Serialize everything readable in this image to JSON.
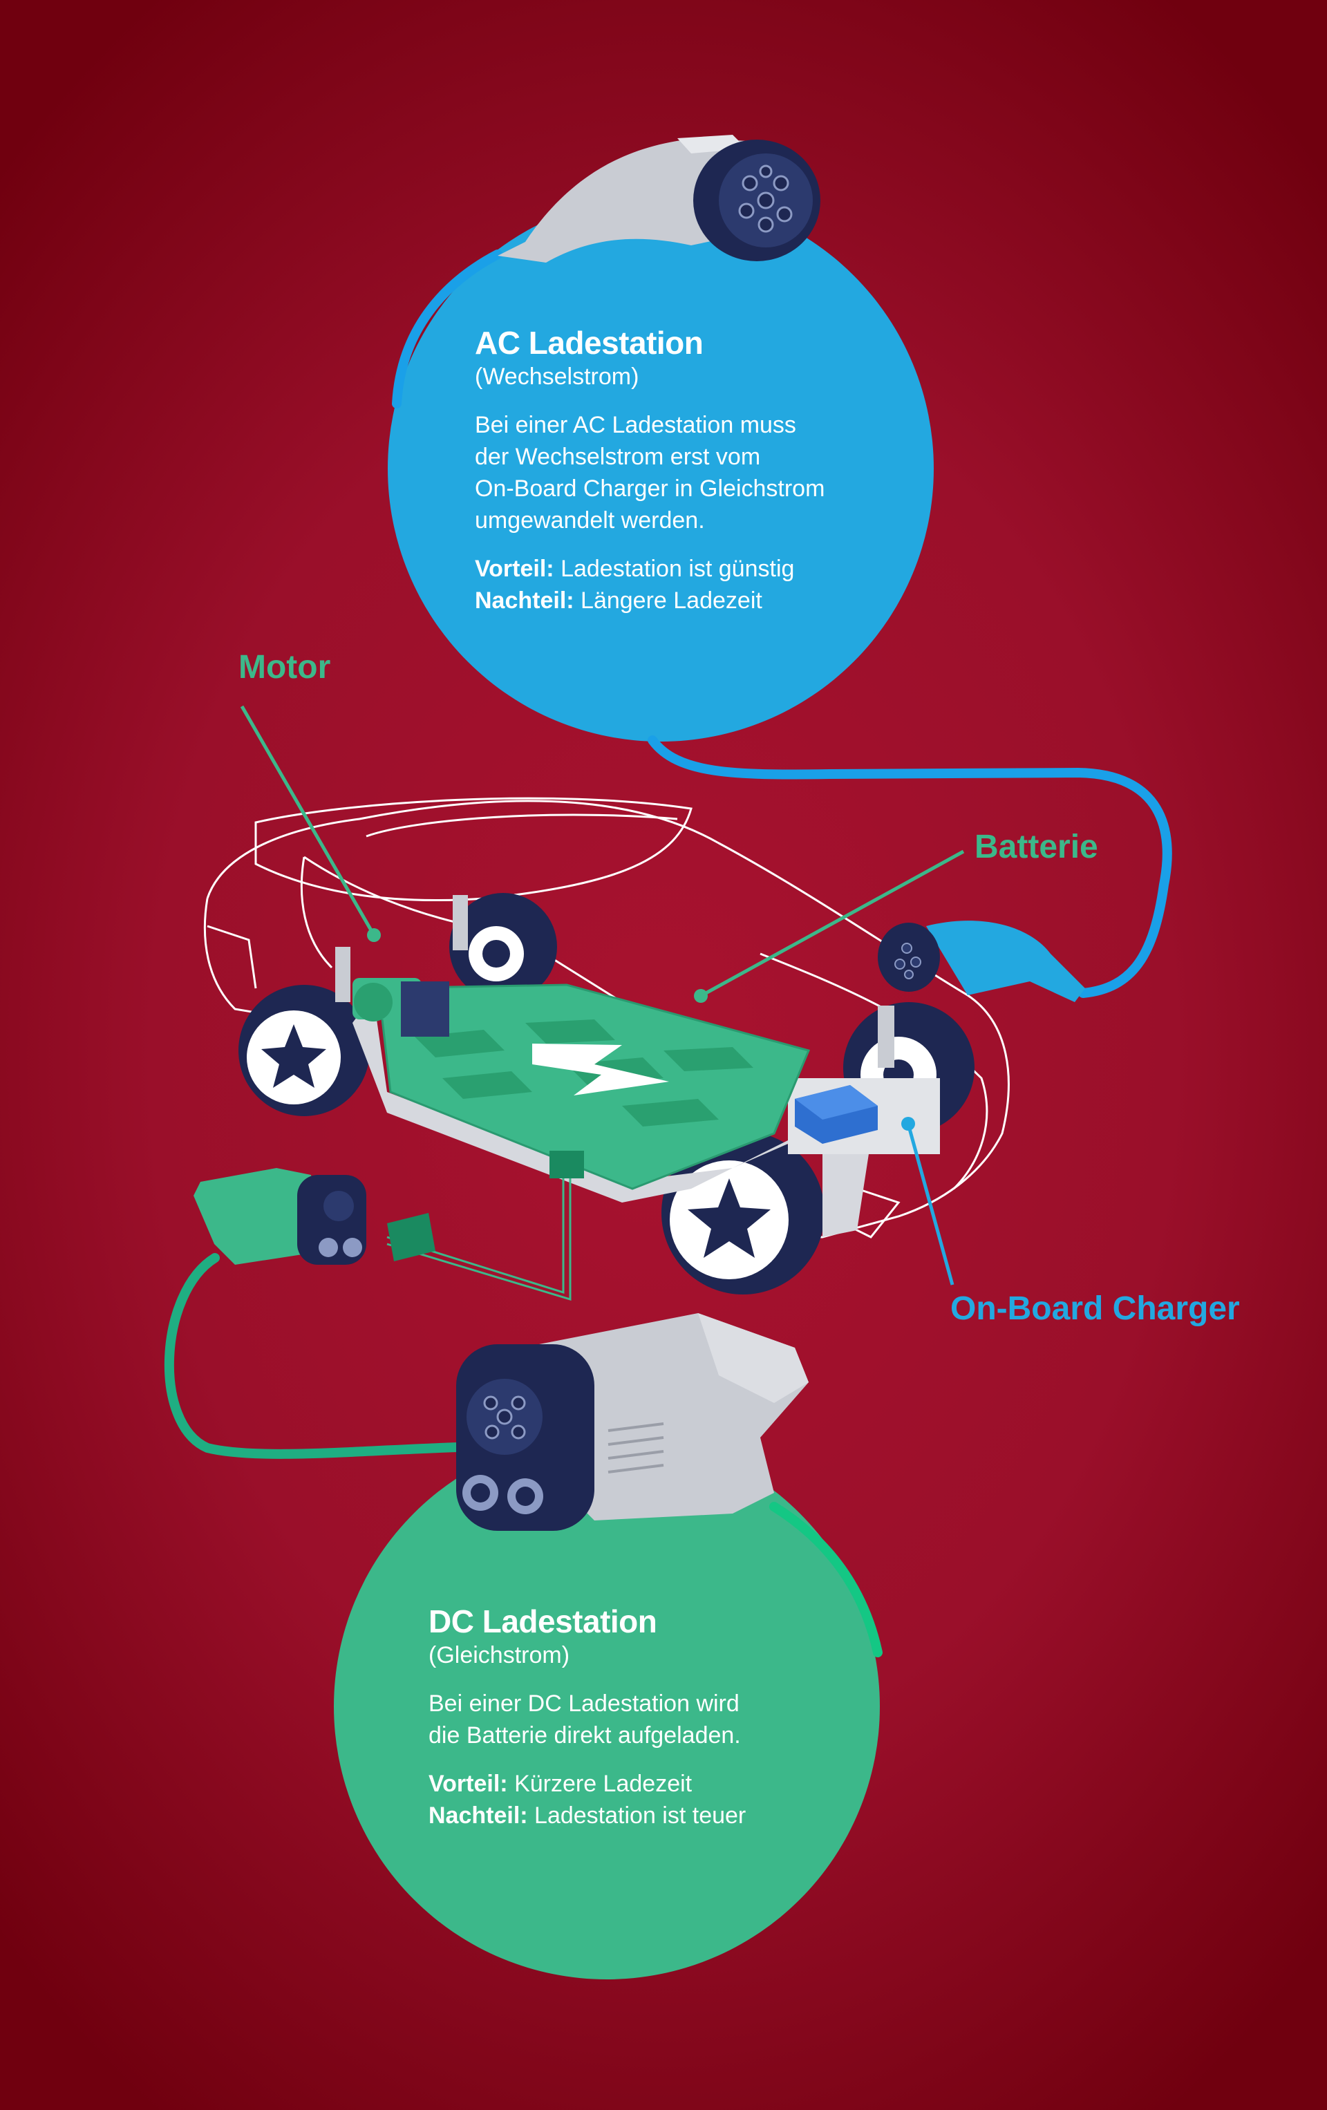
{
  "colors": {
    "background": "#a01330",
    "ac": "#23a8e0",
    "dc": "#3cb88a",
    "label_green": "#3cb88a",
    "label_blue": "#23a8e0"
  },
  "ac": {
    "title": "AC Ladestation",
    "subtitle": "(Wechselstrom)",
    "body": [
      "Bei einer AC Ladestation muss",
      "der Wechselstrom erst vom",
      "On-Board Charger in Gleichstrom",
      "umgewandelt werden."
    ],
    "pro_label": "Vorteil:",
    "pro": "Ladestation ist günstig",
    "con_label": "Nachteil:",
    "con": "Längere Ladezeit"
  },
  "dc": {
    "title": "DC Ladestation",
    "subtitle": "(Gleichstrom)",
    "body": [
      "Bei einer DC Ladestation wird",
      "die Batterie direkt aufgeladen."
    ],
    "pro_label": "Vorteil:",
    "pro": "Kürzere Ladezeit",
    "con_label": "Nachteil:",
    "con": "Ladestation ist teuer"
  },
  "labels": {
    "motor": "Motor",
    "battery": "Batterie",
    "onboard_charger": "On-Board Charger"
  }
}
